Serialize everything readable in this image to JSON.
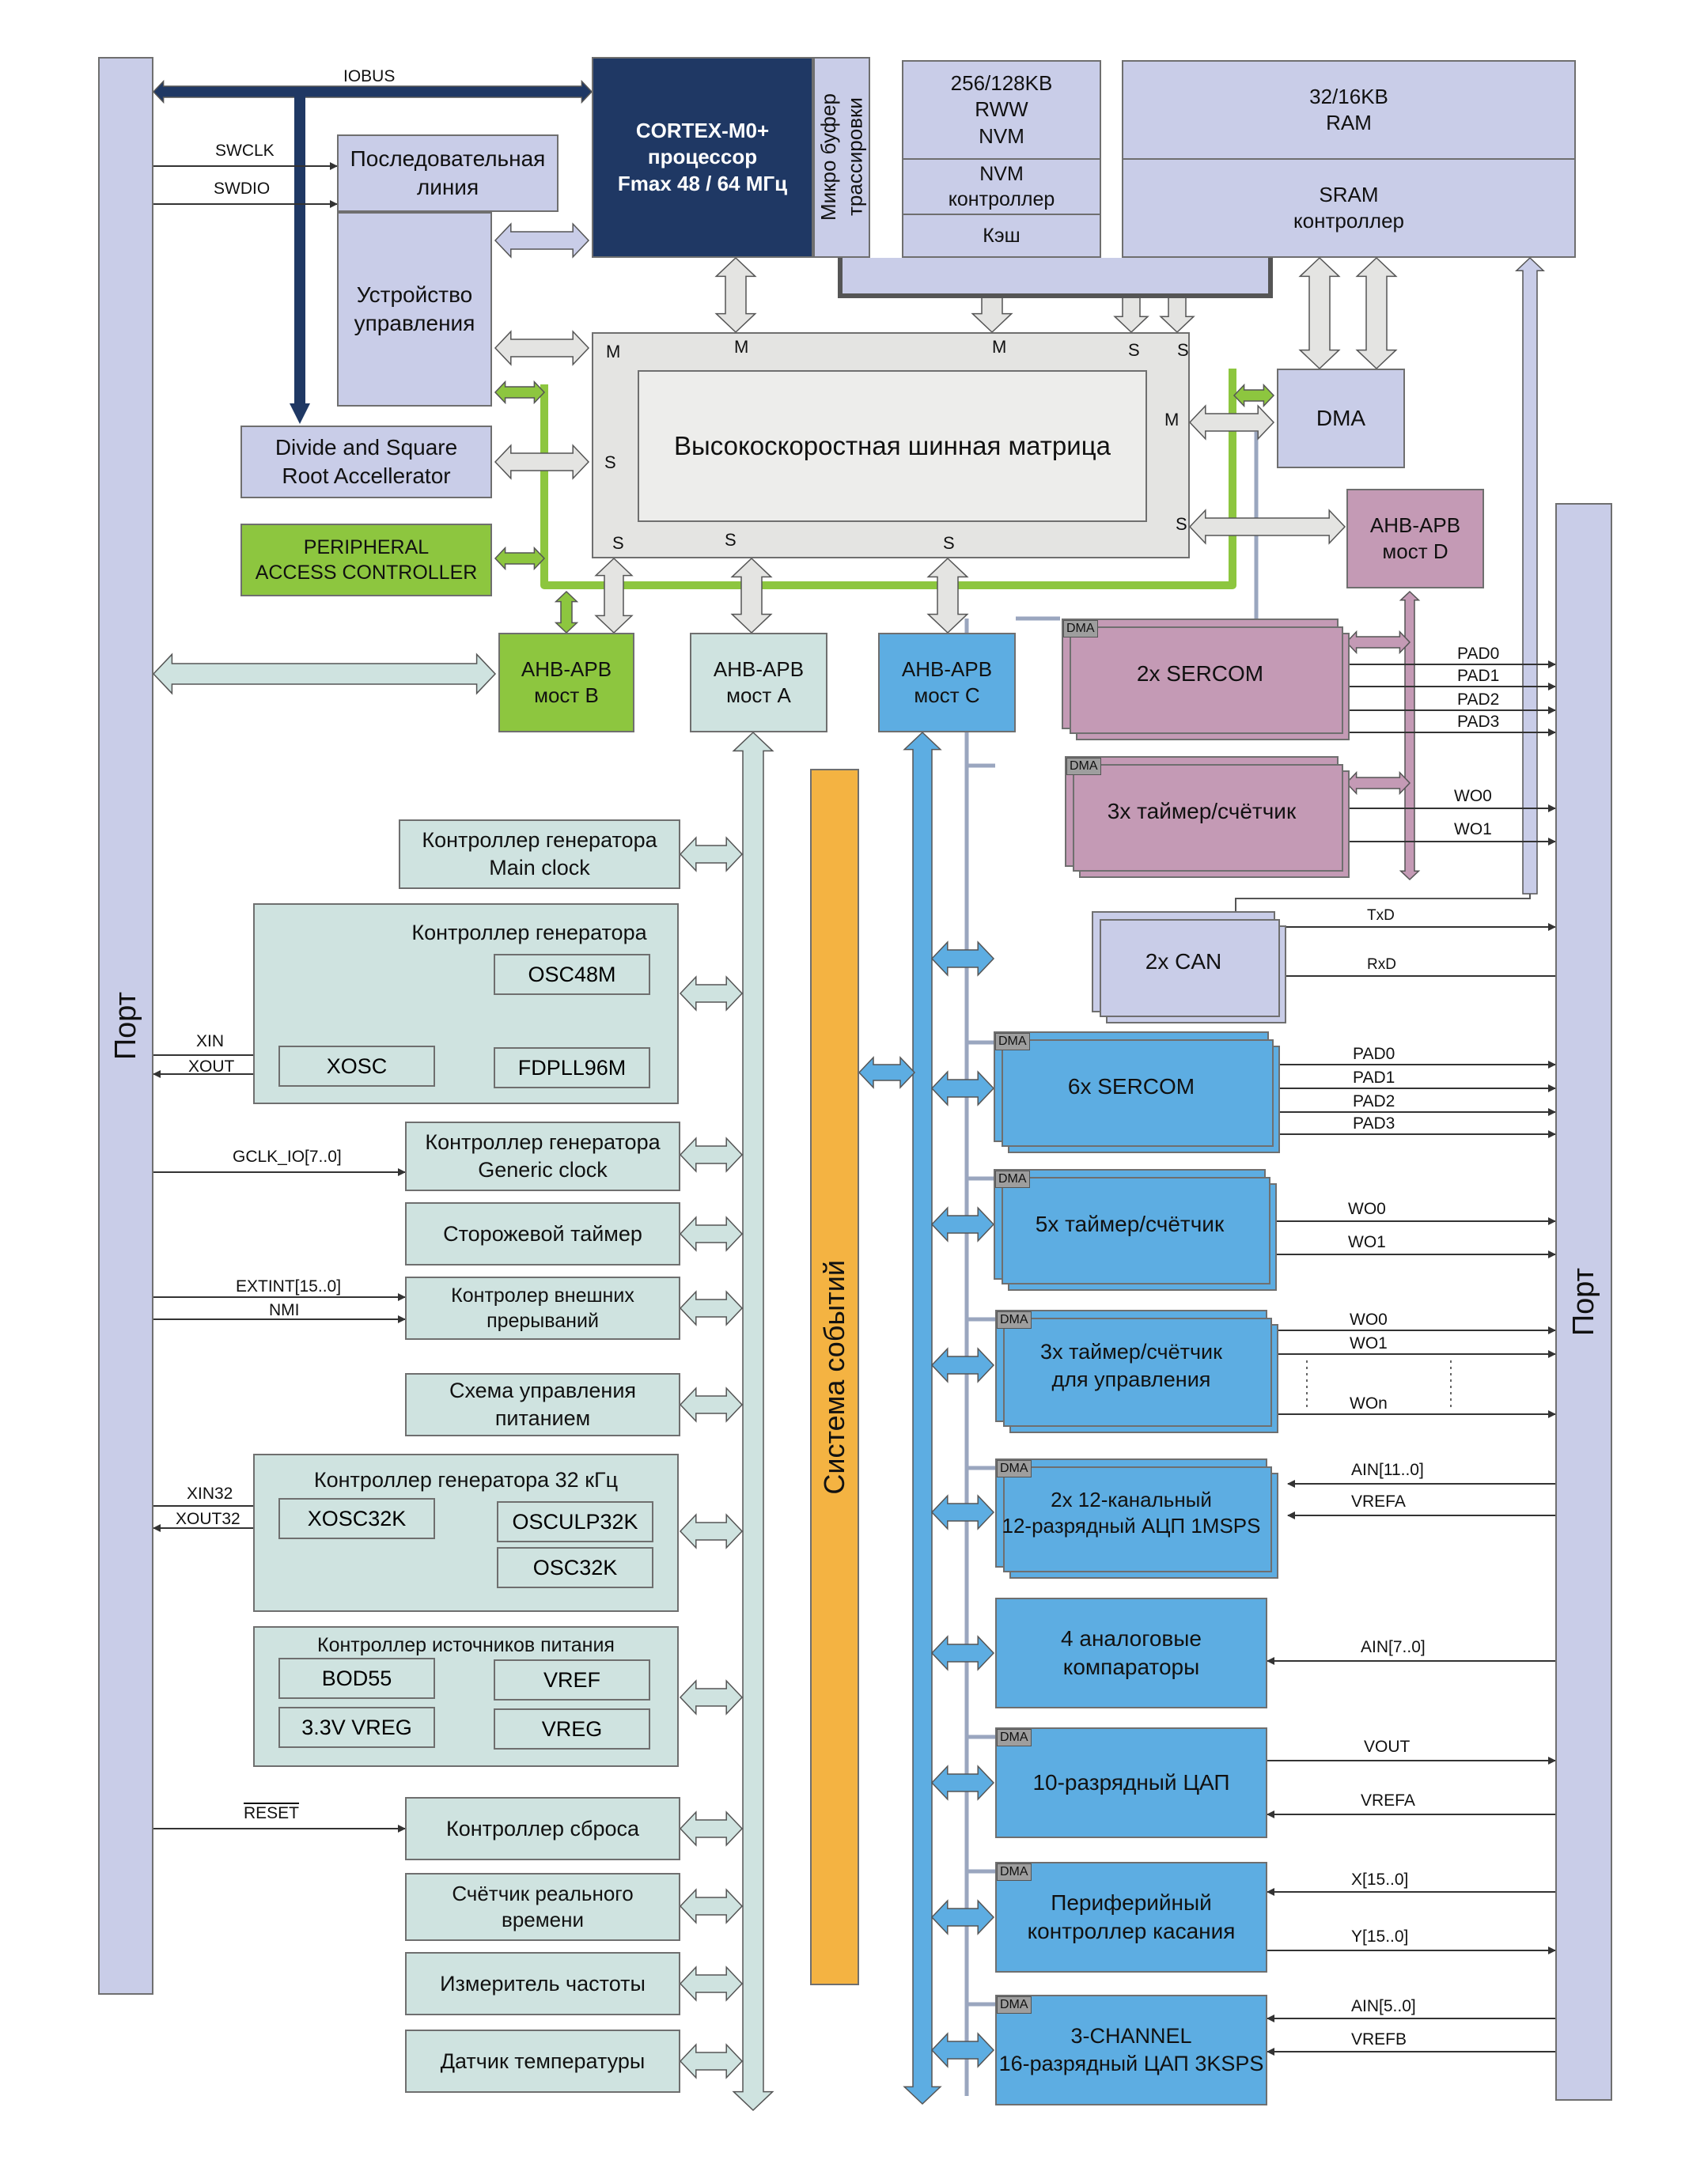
{
  "colors": {
    "lavender": "#c9cde8",
    "dark_blue": "#1f3864",
    "matrix_gray": "#e4e4e2",
    "green": "#8dc63f",
    "mint": "#cfe3e0",
    "blue": "#5dade2",
    "mauve": "#c49ab5",
    "orange": "#f4b342"
  },
  "buses": {
    "iobus": "IOBUS"
  },
  "core": {
    "cpu": "CORTEX-M0+\nпроцессор\nFmax 48 / 64 МГц",
    "mtb": "Микро буфер\nтрассировки",
    "serial_wire": "Последовательная\nлиния",
    "debug_unit": "Устройство\nуправления",
    "divas": "Divide and Square\nRoot Accellerator",
    "pac": "PERIPHERAL\nACCESS CONTROLLER"
  },
  "memory": {
    "nvm": "256/128KB\nRWW\nNVM",
    "nvm_ctrl": "NVM\nконтроллер",
    "cache": "Кэш",
    "ram": "32/16KB\nRAM",
    "sram_ctrl": "SRAM\nконтроллер"
  },
  "matrix": {
    "title": "Высокоскоростная шинная матрица",
    "master_labels": [
      "M",
      "M",
      "M",
      "M"
    ],
    "slave_labels": [
      "S",
      "S",
      "S",
      "S",
      "S",
      "S",
      "S"
    ]
  },
  "dma": "DMA",
  "bridges": {
    "a": "AHB-APB\nмост A",
    "b": "AHB-APB\nмост B",
    "c": "AHB-APB\nмост C",
    "d": "AHB-APB\nмост D"
  },
  "ports": {
    "left": "Порт",
    "right": "Порт"
  },
  "event_system": "Система событий",
  "debug_signals": [
    "SWCLK",
    "SWDIO"
  ],
  "bridge_a_peripherals": {
    "main_clock": "Контроллер генератора\nMain clock",
    "osc_ctrl": "Контроллер генератора",
    "osc48m": "OSC48M",
    "xosc": "XOSC",
    "fdpll": "FDPLL96M",
    "generic_clock": "Контроллер генератора\nGeneric clock",
    "watchdog": "Сторожевой таймер",
    "eic": "Контролер внешних\nпрерываний",
    "pm": "Схема управления\nпитанием",
    "osc32_ctrl": "Контроллер генератора 32 кГц",
    "xosc32k": "XOSC32K",
    "osculp32k": "OSCULP32K",
    "osc32k": "OSC32K",
    "supply_ctrl": "Контроллер источников питания",
    "bod55": "BOD55",
    "vref": "VREF",
    "vreg33": "3.3V VREG",
    "vreg": "VREG",
    "reset_ctrl": "Контроллер сброса",
    "rtc": "Счётчик реального\nвремени",
    "freqm": "Измеритель частоты",
    "tsens": "Датчик температуры"
  },
  "left_signals": {
    "xin": "XIN",
    "xout": "XOUT",
    "gclk": "GCLK_IO[7..0]",
    "extint": "EXTINT[15..0]",
    "nmi": "NMI",
    "xin32": "XIN32",
    "xout32": "XOUT32",
    "reset": "RESET"
  },
  "bridge_d_peripherals": {
    "sercom": "2x SERCOM",
    "tc": "3x таймер/счётчик",
    "can": "2x CAN"
  },
  "bridge_c_peripherals": {
    "sercom": "6x SERCOM",
    "tc": "5x таймер/счётчик",
    "tcc": "3x таймер/счётчик\nдля управления",
    "adc": "2x 12-канальный\n12-разрядный АЦП 1MSPS",
    "ac": "4 аналоговые\nкомпараторы",
    "dac": "10-разрядный ЦАП",
    "ptc": "Периферийный\nконтроллер касания",
    "sdadc": "3-CHANNEL\n16-разрядный ЦАП 3KSPS"
  },
  "right_signals": {
    "pad": [
      "PAD0",
      "PAD1",
      "PAD2",
      "PAD3"
    ],
    "wo0": "WO0",
    "wo1": "WO1",
    "won": "WOn",
    "txd": "TxD",
    "rxd": "RxD",
    "ain11": "AIN[11..0]",
    "vrefa": "VREFA",
    "ain7": "AIN[7..0]",
    "vout": "VOUT",
    "x": "X[15..0]",
    "y": "Y[15..0]",
    "ain5": "AIN[5..0]",
    "vrefb": "VREFB"
  }
}
